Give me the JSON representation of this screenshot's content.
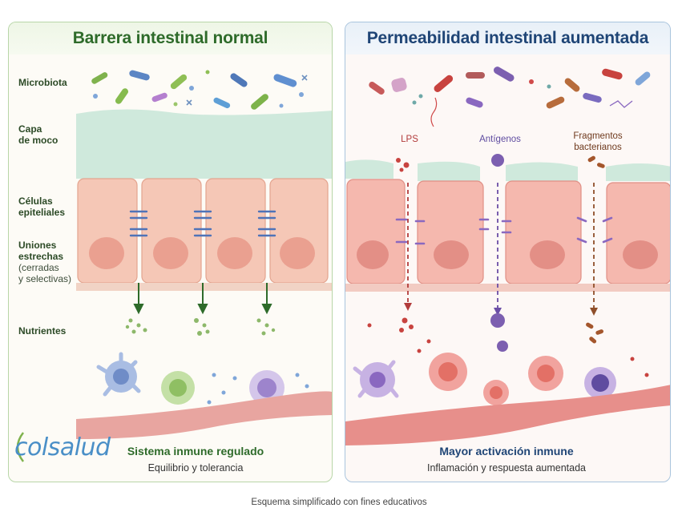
{
  "left_panel": {
    "title": "Barrera intestinal normal",
    "labels": {
      "microbiota": "Microbiota",
      "mucus_line1": "Capa",
      "mucus_line2": "de moco",
      "epithelial_line1": "Células",
      "epithelial_line2": "epiteliales",
      "junctions_line1": "Uniones",
      "junctions_line2": "estrechas",
      "junctions_line3": "(cerradas",
      "junctions_line4": "y selectivas)",
      "nutrients": "Nutrientes"
    },
    "footer_title": "Sistema inmune regulado",
    "footer_subtitle": "Equilibrio y tolerancia",
    "accent_color": "#2e6b2a"
  },
  "right_panel": {
    "title": "Permeabilidad intestinal aumentada",
    "callouts": {
      "lps": "LPS",
      "antigens": "Antígenos",
      "fragments_line1": "Fragmentos",
      "fragments_line2": "bacterianos"
    },
    "footer_title": "Mayor activación inmune",
    "footer_subtitle": "Inflamación y respuesta aumentada",
    "accent_color": "#1f4576"
  },
  "logo": {
    "text": "colsalud"
  },
  "caption": "Esquema simplificado con fines educativos"
}
